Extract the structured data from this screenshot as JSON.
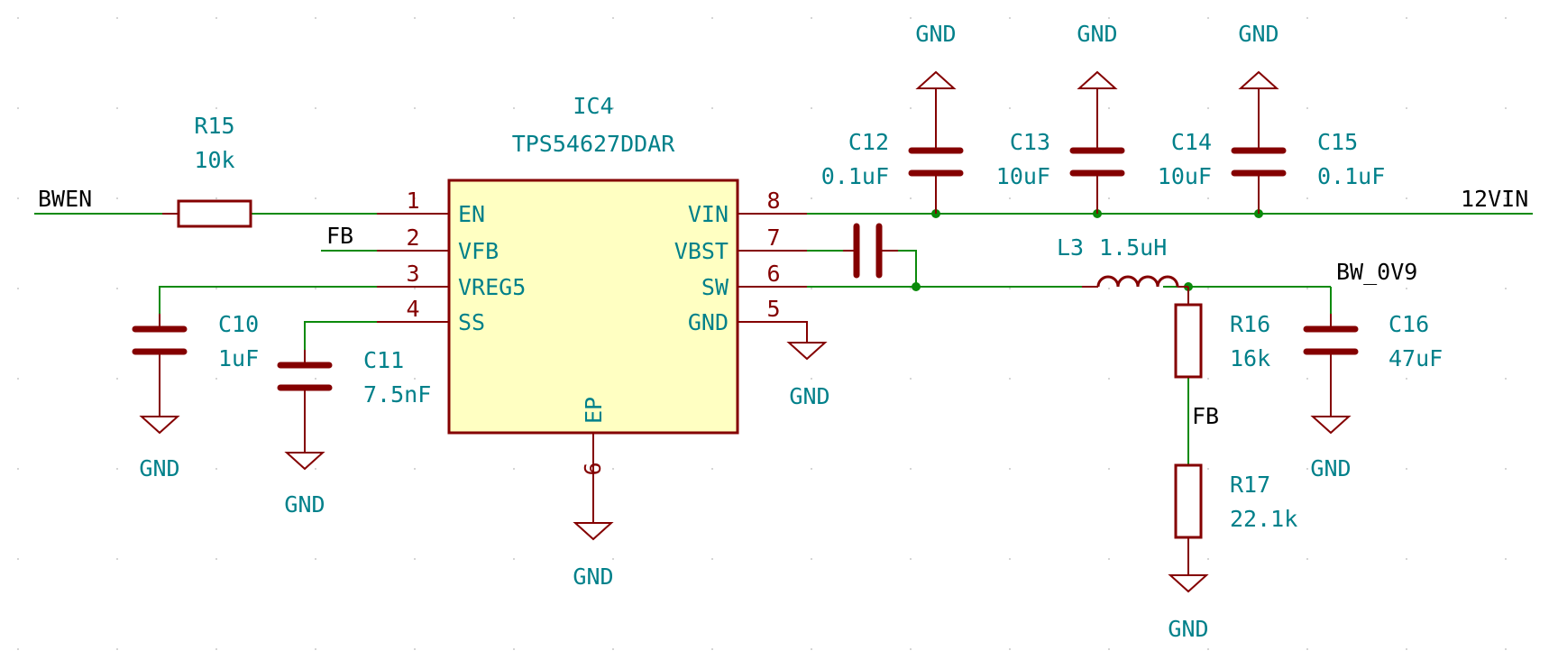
{
  "ic": {
    "ref": "IC4",
    "value": "TPS54627DDAR",
    "pins": [
      {
        "num": "1",
        "name": "EN"
      },
      {
        "num": "2",
        "name": "VFB"
      },
      {
        "num": "3",
        "name": "VREG5"
      },
      {
        "num": "4",
        "name": "SS"
      },
      {
        "num": "8",
        "name": "VIN"
      },
      {
        "num": "7",
        "name": "VBST"
      },
      {
        "num": "6",
        "name": "SW"
      },
      {
        "num": "5",
        "name": "GND"
      },
      {
        "num": "9",
        "name": "EP"
      }
    ]
  },
  "components": {
    "r15": {
      "ref": "R15",
      "value": "10k"
    },
    "r16": {
      "ref": "R16",
      "value": "16k"
    },
    "r17": {
      "ref": "R17",
      "value": "22.1k"
    },
    "c10": {
      "ref": "C10",
      "value": "1uF"
    },
    "c11": {
      "ref": "C11",
      "value": "7.5nF"
    },
    "c12": {
      "ref": "C12",
      "value": "0.1uF"
    },
    "c13": {
      "ref": "C13",
      "value": "10uF"
    },
    "c14": {
      "ref": "C14",
      "value": "10uF"
    },
    "c15": {
      "ref": "C15",
      "value": "0.1uF"
    },
    "c16": {
      "ref": "C16",
      "value": "47uF"
    },
    "l3": {
      "ref": "L3",
      "value": "1.5uH"
    }
  },
  "nets": {
    "bwen": "BWEN",
    "fb": "FB",
    "vin": "12VIN",
    "out": "BW_0V9",
    "gnd": "GND"
  },
  "colors": {
    "wire": "#0b8a0b",
    "symbol": "#840000",
    "ic_fill": "#ffffc2",
    "label": "#00808a"
  }
}
